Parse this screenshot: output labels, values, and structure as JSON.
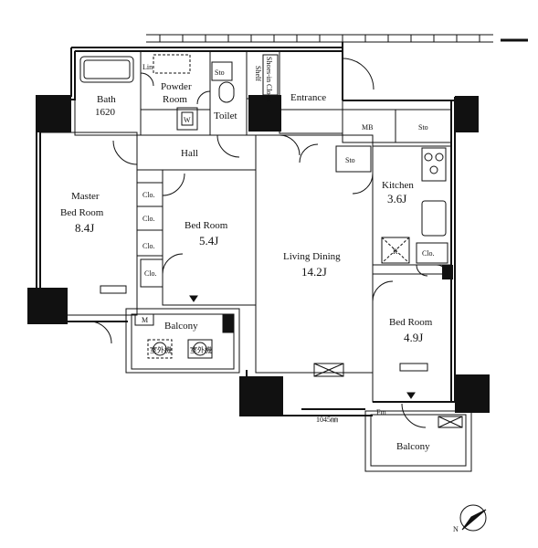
{
  "rooms": {
    "bath": {
      "name": "Bath",
      "size": "1620"
    },
    "powder": {
      "name_1": "Powder",
      "name_2": "Room"
    },
    "toilet": {
      "name": "Toilet"
    },
    "entrance": {
      "name": "Entrance"
    },
    "hall": {
      "name": "Hall"
    },
    "master": {
      "name_1": "Master",
      "name_2": "Bed Room",
      "size": "8.4J"
    },
    "bed1": {
      "name": "Bed Room",
      "size": "5.4J"
    },
    "living": {
      "name": "Living Dining",
      "size": "14.2J"
    },
    "kitchen": {
      "name": "Kitchen",
      "size": "3.6J"
    },
    "bed2": {
      "name": "Bed Room",
      "size": "4.9J"
    },
    "balcony1": {
      "name": "Balcony"
    },
    "balcony2": {
      "name": "Balcony"
    }
  },
  "small_labels": {
    "lin": "Lin",
    "sto_powder": "Sto",
    "shelf": "Shelf",
    "shoes_in_closet": "Shoes-in Closet",
    "w": "W",
    "mb": "MB",
    "sto_mb": "Sto",
    "sto_kitchen": "Sto",
    "clo_1": "Clo.",
    "clo_2": "Clo.",
    "clo_3": "Clo.",
    "clo_4": "Clo.",
    "clo_kitchen": "Clo.",
    "r": "R",
    "m": "M",
    "unit_a": "室外機",
    "unit_b": "室外機",
    "fm": "Fm",
    "dim": "1045㎜"
  },
  "compass": {
    "label": "N"
  }
}
